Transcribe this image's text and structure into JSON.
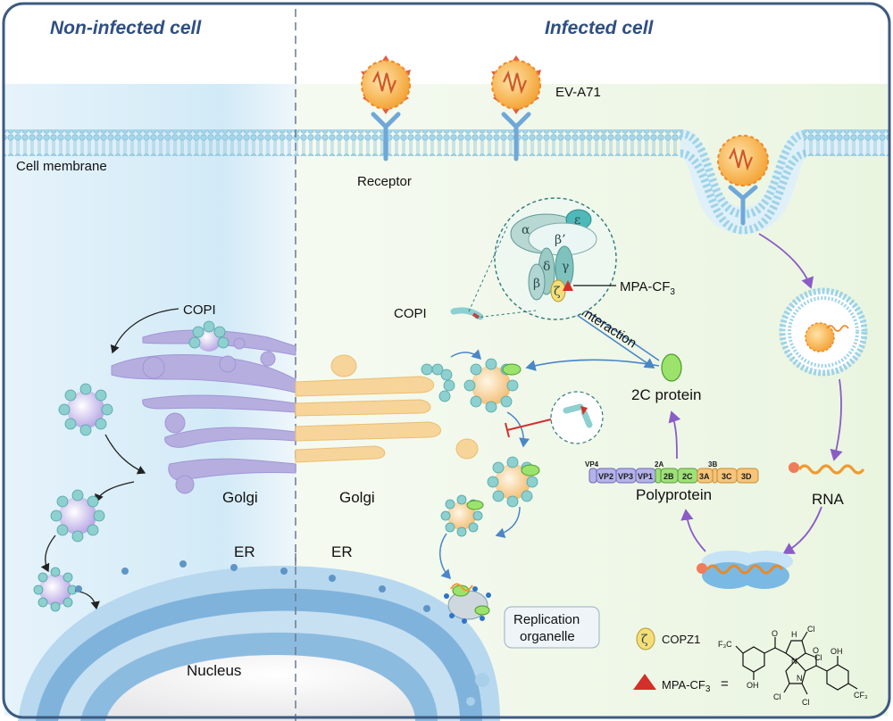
{
  "panels": {
    "left_title": "Non-infected cell",
    "right_title": "Infected cell"
  },
  "labels": {
    "cell_membrane": "Cell membrane",
    "receptor": "Receptor",
    "virus": "EV-A71",
    "copi_left": "COPI",
    "copi_right": "COPI",
    "golgi_left": "Golgi",
    "golgi_right": "Golgi",
    "er_left": "ER",
    "er_right": "ER",
    "nucleus": "Nucleus",
    "interaction": "Interaction",
    "protein_2c": "2C protein",
    "polyprotein": "Polyprotein",
    "rna": "RNA",
    "replication_line1": "Replication",
    "replication_line2": "organelle",
    "inhibitor_main": "MPA-CF",
    "inhibitor_sub": "3"
  },
  "copi_subunits": {
    "alpha": "α",
    "epsilon": "ε",
    "beta_prime": "β’",
    "delta": "δ",
    "beta": "β",
    "gamma": "γ",
    "zeta": "ζ"
  },
  "polyprotein_segments": {
    "row": [
      "VP2",
      "VP3",
      "VP1",
      "2B",
      "2C",
      "3A",
      "3C",
      "3D"
    ],
    "above": [
      "VP4",
      "2A",
      "3B"
    ]
  },
  "legend": {
    "copz1_symbol": "ζ",
    "copz1_label": "COPZ1",
    "mpa_label_main": "MPA-CF",
    "mpa_label_sub": "3",
    "equals": "=",
    "chem_atoms": {
      "f3c": "F₃C",
      "oh_left": "OH",
      "oh_right": "OH",
      "cf3": "CF₃",
      "o_left": "O",
      "o_right": "O",
      "nh": "H",
      "n_top": "N",
      "n_bottom": "N",
      "cl1": "Cl",
      "cl2": "Cl",
      "cl3": "Cl",
      "cl4": "Cl"
    }
  },
  "colors": {
    "frame": "#3d5a80",
    "left_bg": "#e2f1fb",
    "right_bg": "#eef7e5",
    "membrane": "#9fd3e8",
    "golgi_left": "#b7aee0",
    "golgi_right": "#f7d49a",
    "copi_coat": "#8ecfcf",
    "protein_2c": "#9be36a",
    "virus": "#f5b04a",
    "arrow_blue": "#4a86c8",
    "arrow_purple": "#8a5cc7",
    "inhibit_red": "#d0322d"
  }
}
